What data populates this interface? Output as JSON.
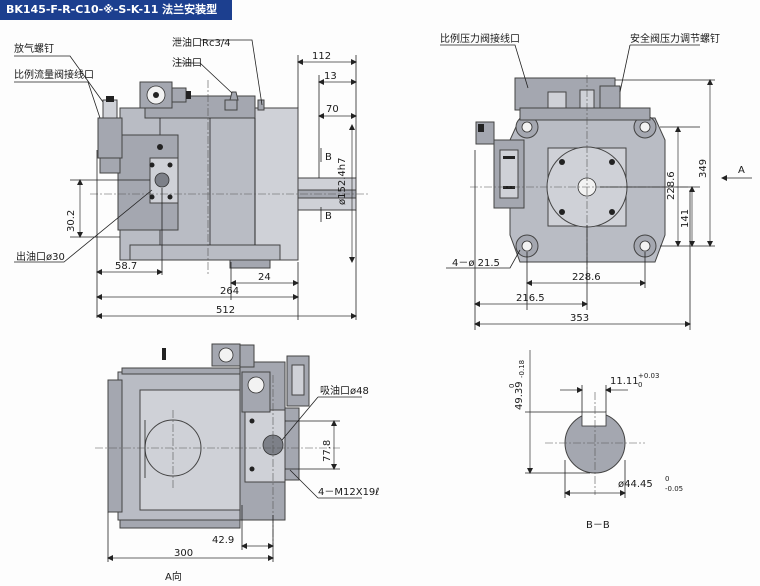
{
  "title": "BK145-F-R-C10-※-S-K-11  法兰安装型",
  "front_view": {
    "labels": {
      "bleed_screw": "放气螺钉",
      "proportional_flow_connector": "比例流量阀接线口",
      "drain_port": "泄油口Rc3/4",
      "fill_port": "注油口",
      "outlet_port": "出油口ø30",
      "section_marker_top": "B",
      "section_marker_bottom": "B"
    },
    "dims": {
      "d112": "112",
      "d13": "13",
      "d70": "70",
      "shaft_dia": "ø152.4h7",
      "d30_2": "30.2",
      "d58_7": "58.7",
      "d24": "24",
      "d264": "264",
      "d512": "512"
    }
  },
  "side_view": {
    "labels": {
      "proportional_pressure_connector": "比例压力阀接线口",
      "relief_adjust_screw": "安全阀压力调节螺钉",
      "mount_holes": "4－ø 21.5",
      "arrow_a": "A"
    },
    "dims": {
      "d349": "349",
      "d228_6v": "228.6",
      "d141": "141",
      "d228_6h": "228.6",
      "d216_5": "216.5",
      "d353": "353"
    }
  },
  "bottom_view": {
    "labels": {
      "suction_port": "吸油口ø48",
      "bolts": "4－M12X19ℓ",
      "view_name": "A向"
    },
    "dims": {
      "d77_8": "77.8",
      "d42_9": "42.9",
      "d300": "300"
    }
  },
  "section_bb": {
    "labels": {
      "name": "B－B"
    },
    "dims": {
      "key_height": "49.39",
      "key_height_tol": "0",
      "key_height_tol_low": "-0.18",
      "key_width": "11.11",
      "key_width_tol_up": "+0.03",
      "key_width_tol_low": "0",
      "shaft_dia": "ø44.45",
      "shaft_dia_tol_up": "0",
      "shaft_dia_tol_low": "-0.05"
    }
  }
}
